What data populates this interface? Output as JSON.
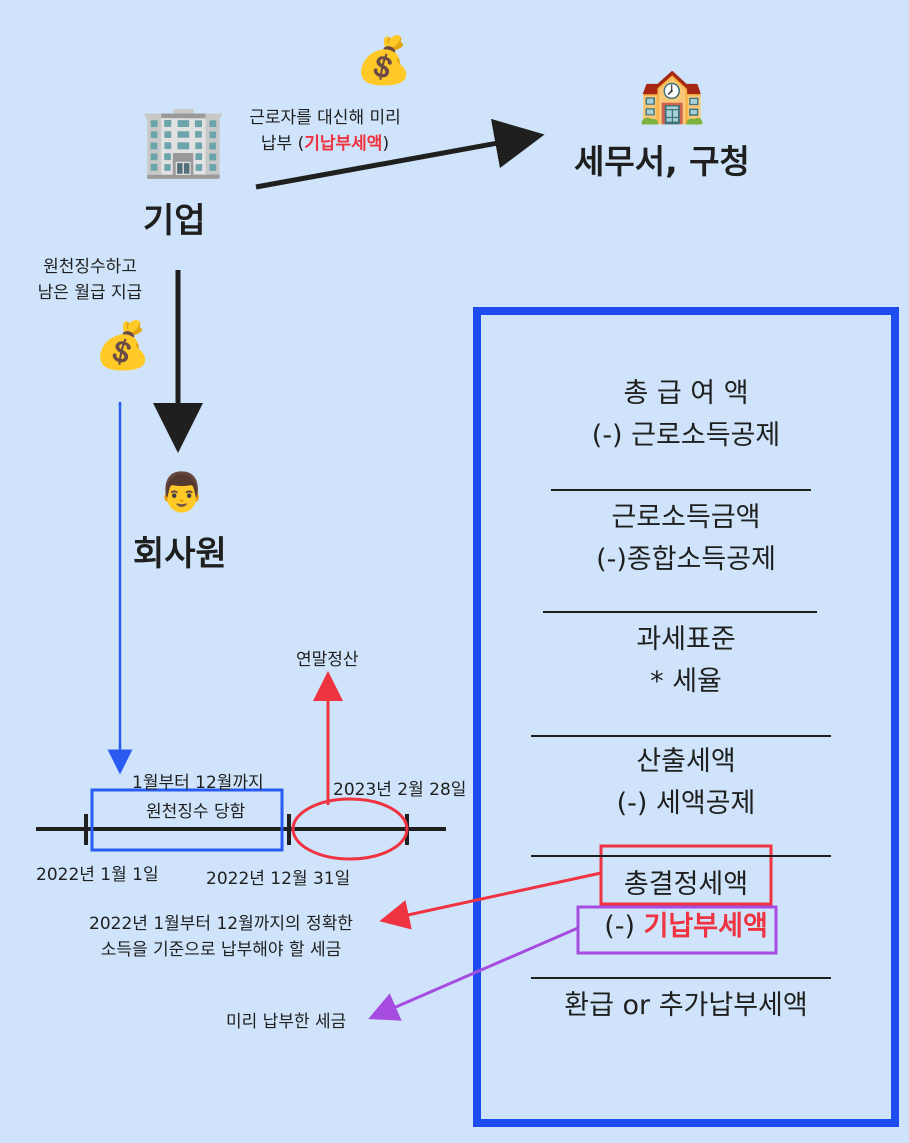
{
  "company": {
    "icon": "🏢",
    "label": "기업"
  },
  "tax_office": {
    "icon": "🏫",
    "label": "세무서, 구청"
  },
  "employee": {
    "icon": "👨",
    "label": "회사원"
  },
  "money_icon": "💰",
  "arrow_company_to_office": {
    "line1": "근로자를 대신해 미리",
    "line2_prefix": "납부 (",
    "line2_highlight": "기납부세액",
    "line2_suffix": ")"
  },
  "arrow_company_to_employee": {
    "line1": "원천징수하고",
    "line2": "남은 월급 지급"
  },
  "timeline": {
    "start_label": "2022년 1월 1일",
    "end_label": "2022년 12월 31일",
    "settle_deadline": "2023년 2월 28일",
    "period_title": "1월부터 12월까지",
    "period_box": "원천징수 당함",
    "year_end_label": "연말정산"
  },
  "notes": {
    "determined_tax_line1": "2022년 1월부터 12월까지의 정확한",
    "determined_tax_line2": "소득을 기준으로 납부해야 할 세금",
    "prepaid_tax": "미리 납부한 세금"
  },
  "calc_box": {
    "gross_pay": "총 급 여 액",
    "earned_income_deduction": "(-) 근로소득공제",
    "earned_income": "근로소득금액",
    "comprehensive_deduction": "(-)종합소득공제",
    "tax_base": "과세표준",
    "tax_rate": "* 세율",
    "computed_tax": "산출세액",
    "tax_credit": "(-) 세액공제",
    "determined_tax": "총결정세액",
    "prepaid_prefix": "(-) ",
    "prepaid_tax": "기납부세액",
    "result": "환급 or 추가납부세액"
  },
  "colors": {
    "background": "#cfe4fa",
    "box_border": "#1f4cf0",
    "red": "#ef3340",
    "purple": "#a64ce0",
    "blue_arrow": "#2a5bf0"
  }
}
